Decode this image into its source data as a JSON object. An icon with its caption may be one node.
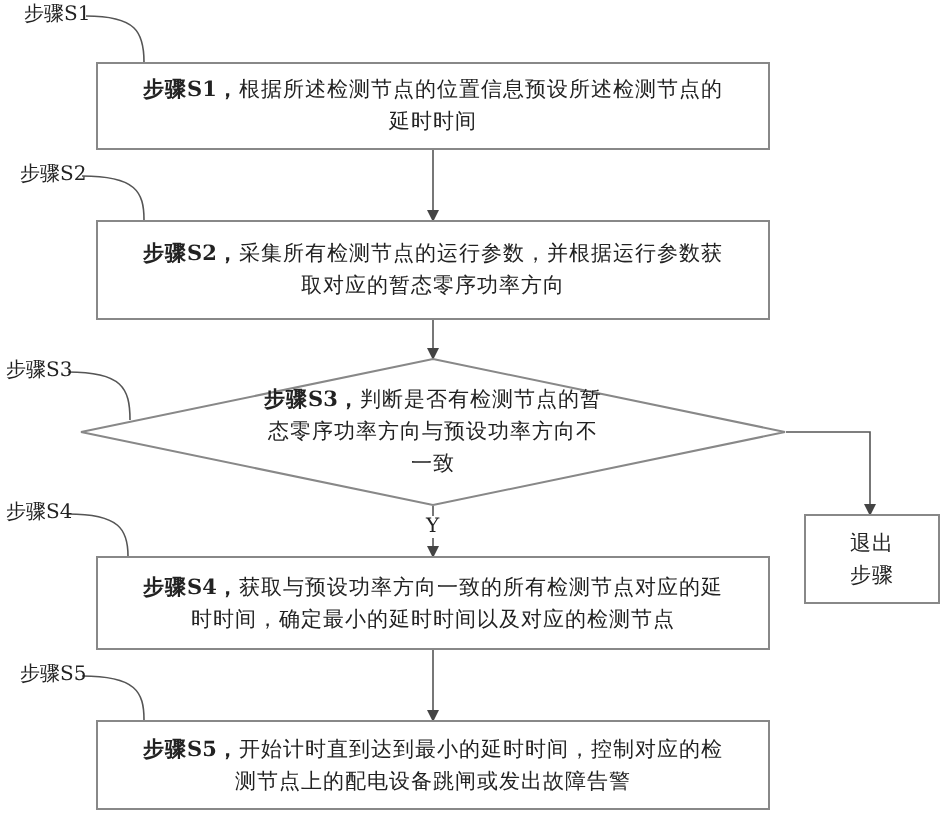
{
  "diagram": {
    "nodes": [
      {
        "text": [
          "步骤S1"
        ]
      },
      {
        "text": [
          "**步骤S1，**根据所述检测节点的位置信息预设所述检测节点的延时时间"
        ]
      },
      {
        "text": [
          "步骤S2"
        ]
      },
      {
        "text": [
          "**步骤S2，**采集所有检测节点的运行参数，并根据运行参数获取对应的暂态零序功率方向"
        ]
      },
      {
        "text": [
          "步骤S3"
        ]
      },
      {
        "text": [
          "**步骤S3，**判断是否有检测节点的暂态零序功率方向与预设功率方向不一致"
        ]
      },
      {
        "text": [
          "步骤S4"
        ]
      },
      {
        "text": [
          "**步骤S4，**获取与预设功率方向一致的所有检测节点对应的延时时间，确定最小的延时时间以及对应的检测节点"
        ]
      },
      {
        "text": [
          "退出步骤"
        ]
      },
      {
        "text": [
          "步骤S5"
        ]
      },
      {
        "text": [
          "**步骤S5，**开始计时直到达到最小的延时时间，控制对应的检测节点上的配电设备跳闸或发出故障告警"
        ]
      }
    ],
    "edges": [
      {
        "from": 1,
        "to": 3,
        "arrow": "to"
      },
      {
        "from": 3,
        "to": 5,
        "arrow": "to"
      },
      {
        "from": 5,
        "to": 7,
        "arrow": "to",
        "label": "Y"
      },
      {
        "from": 5,
        "to": 8,
        "arrow": "to"
      },
      {
        "from": 7,
        "to": 10,
        "arrow": "to"
      },
      {
        "from": 0,
        "to": 1,
        "arrow": "none"
      },
      {
        "from": 2,
        "to": 3,
        "arrow": "none"
      },
      {
        "from": 4,
        "to": 5,
        "arrow": "none"
      },
      {
        "from": 6,
        "to": 7,
        "arrow": "none"
      },
      {
        "from": 9,
        "to": 10,
        "arrow": "none"
      }
    ]
  }
}
